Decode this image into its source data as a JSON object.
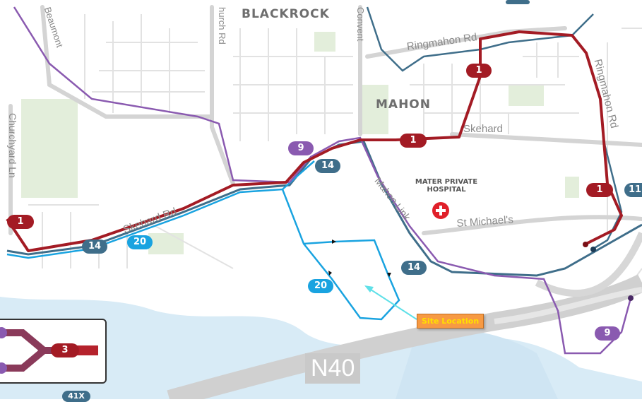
{
  "places": {
    "blackrock": "BLACKROCK",
    "mahon": "MAHON"
  },
  "streets": {
    "beaumont": "Beaumont",
    "church_rd": "hurch Rd",
    "convent": "Convent",
    "ringmahon_rd_top": "Ringmahon Rd",
    "ringmahon_rd_side": "Ringmahon Rd",
    "skehard_east": "Skehard",
    "skehard_rd": "Skehard Rd",
    "churchyard_ln": "Churchyard Ln",
    "mahon_link": "Mahon Link",
    "st_michaels": "St Michael's"
  },
  "poi": {
    "hospital_line1": "MATER PRIVATE",
    "hospital_line2": "HOSPITAL",
    "hospital_icon": "red-cross-icon"
  },
  "route_badges": {
    "r1_top": "1",
    "r1_mid": "1",
    "r1_right": "1",
    "r1_left": "1",
    "r9_mid": "9",
    "r9_right": "9",
    "r14_a": "14",
    "r14_b": "14",
    "r14_c": "14",
    "r20_a": "20",
    "r20_b": "20",
    "r11": "11",
    "r41x": "41X"
  },
  "callout": {
    "text": "Site Location"
  },
  "motorway": {
    "label": "N40"
  },
  "legend": {
    "route": "3"
  },
  "colors": {
    "route_1": "#a31b24",
    "route_9": "#8a5ab0",
    "route_14": "#3f6e8a",
    "route_20": "#19a3e0",
    "water": "#d8ebf6",
    "park": "#e3eedb",
    "road": "#d4d4d4"
  }
}
